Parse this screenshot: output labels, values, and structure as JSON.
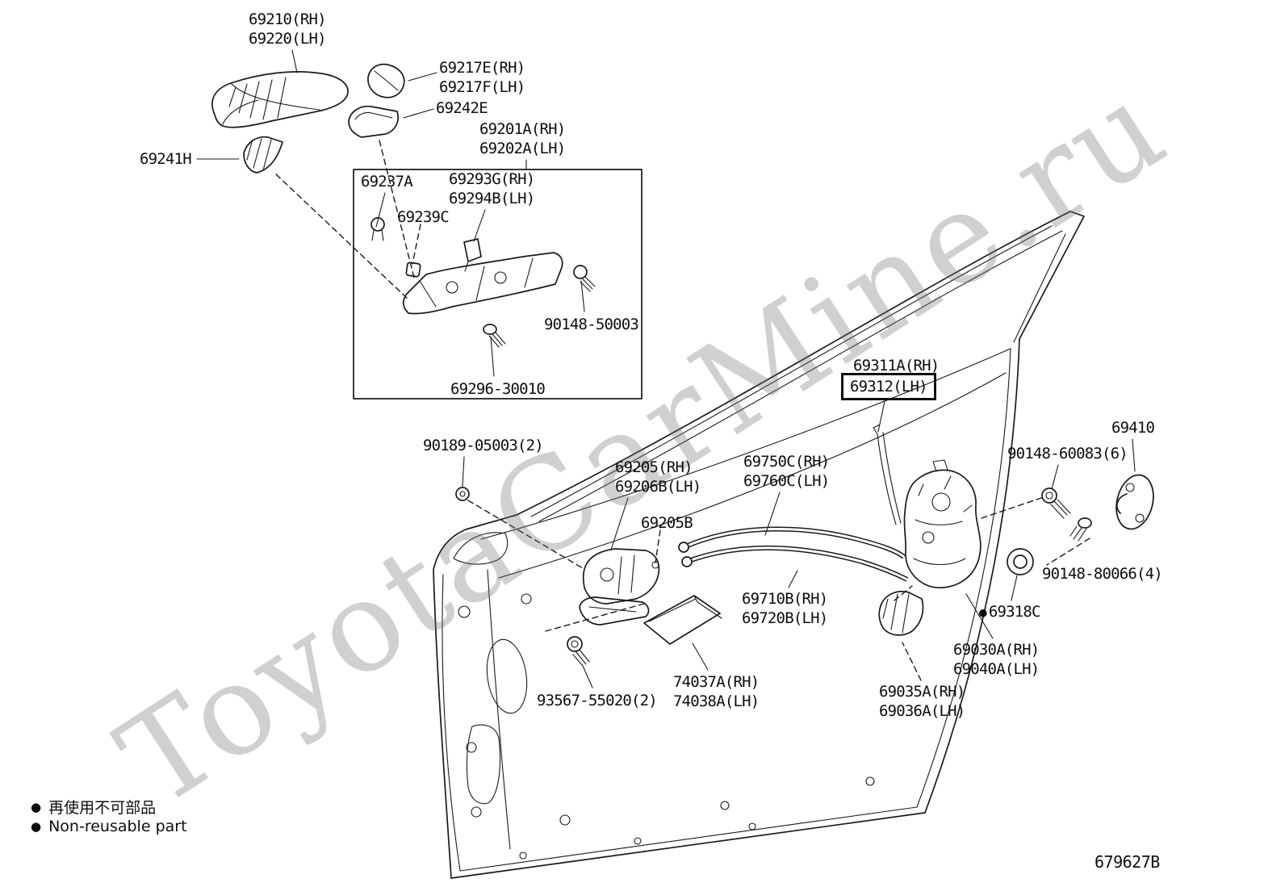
{
  "diagram": {
    "watermark": "ToyotaCarMine.ru",
    "drawing_number": "679627B",
    "symbols": {
      "bullet": "●"
    }
  },
  "legend": {
    "jp": "再使用不可部品",
    "en": "Non-reusable part"
  },
  "labels": {
    "outer_handle": {
      "l1": "69210(RH)",
      "l2": "69220(LH)"
    },
    "handle_cover": {
      "l1": "69217E(RH)",
      "l2": "69217F(LH)"
    },
    "handle_pad": {
      "l1": "69242E"
    },
    "frame_assy": {
      "l1": "69201A(RH)",
      "l2": "69202A(LH)"
    },
    "handle_cap": {
      "l1": "69241H"
    },
    "clip": {
      "l1": "69237A"
    },
    "snap": {
      "l1": "69293G(RH)",
      "l2": "69294B(LH)"
    },
    "cushion": {
      "l1": "69239C"
    },
    "bolt_50003": {
      "l1": "90148-50003"
    },
    "screw_30010": {
      "l1": "69296-30010"
    },
    "grommet_05003": {
      "l1": "90189-05003(2)"
    },
    "remote": {
      "l1": "69205(RH)",
      "l2": "69206B(LH)"
    },
    "remote_b": {
      "l1": "69205B"
    },
    "cable_front": {
      "l1": "69750C(RH)",
      "l2": "69760C(LH)"
    },
    "rod_rh": {
      "l1": "69311A(RH)"
    },
    "rod_lh": {
      "l1": "69312(LH)"
    },
    "striker": {
      "l1": "69410"
    },
    "screw_60083": {
      "l1": "90148-60083(6)"
    },
    "screw_80066": {
      "l1": "90148-80066(4)"
    },
    "grommet_69318": {
      "l1": "69318C"
    },
    "lock": {
      "l1": "69030A(RH)",
      "l2": "69040A(LH)"
    },
    "cable_rear": {
      "l1": "69710B(RH)",
      "l2": "69720B(LH)"
    },
    "pad_74037": {
      "l1": "74037A(RH)",
      "l2": "74038A(LH)"
    },
    "screw_55020": {
      "l1": "93567-55020(2)"
    },
    "motor": {
      "l1": "69035A(RH)",
      "l2": "69036A(LH)"
    }
  }
}
